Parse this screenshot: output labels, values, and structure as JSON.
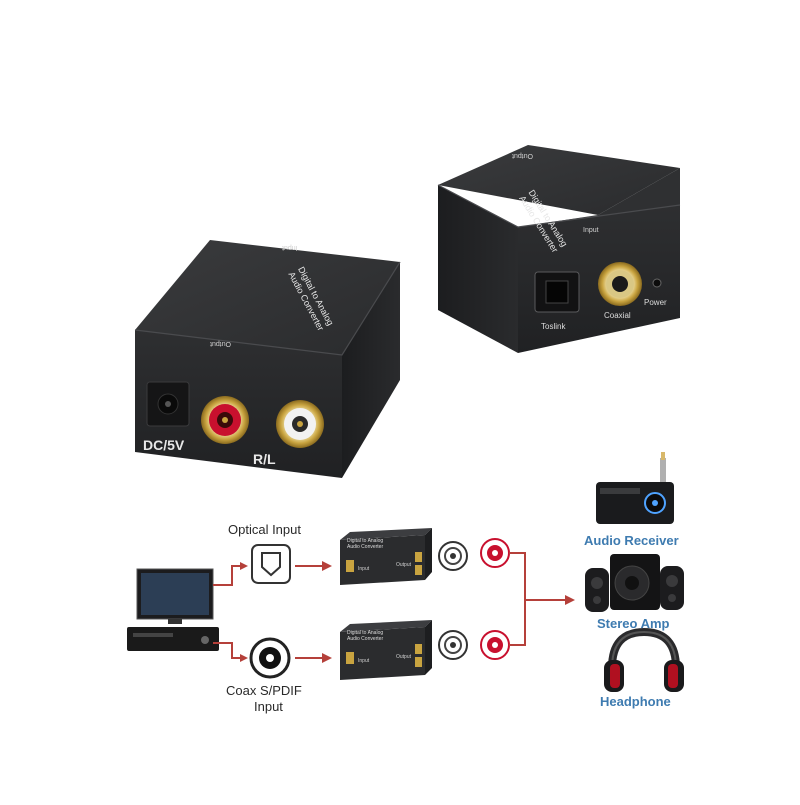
{
  "product": {
    "front_unit": {
      "top_title_line1": "Digital to Analog",
      "top_title_line2": "Audio Converter",
      "top_label_input": "Input",
      "top_label_output": "Output",
      "port_dc": "DC/5V",
      "port_rl": "R/L"
    },
    "back_unit": {
      "top_title_line1": "Digital to Analog",
      "top_title_line2": "Audio Converter",
      "top_label_output": "Output",
      "top_label_input": "Input",
      "port_toslink": "Toslink",
      "port_coaxial": "Coaxial",
      "port_power": "Power"
    }
  },
  "diagram": {
    "optical_input_label": "Optical Input",
    "coax_input_label_line1": "Coax S/PDIF",
    "coax_input_label_line2": "Input",
    "mini_converter_title_line1": "Digital to Analog",
    "mini_converter_title_line2": "Audio Converter",
    "mini_converter_label_input": "Input",
    "mini_converter_label_output": "Output",
    "outputs": [
      {
        "label": "Audio Receiver",
        "icon": "audio-receiver-icon"
      },
      {
        "label": "Stereo Amp",
        "icon": "stereo-amp-icon"
      },
      {
        "label": "Headphone",
        "icon": "headphone-icon"
      }
    ]
  },
  "colors": {
    "device_body": "#2b2c2e",
    "rca_red": "#c8102e",
    "arrow_red": "#b5403a",
    "label_blue": "#3e7bb0"
  }
}
